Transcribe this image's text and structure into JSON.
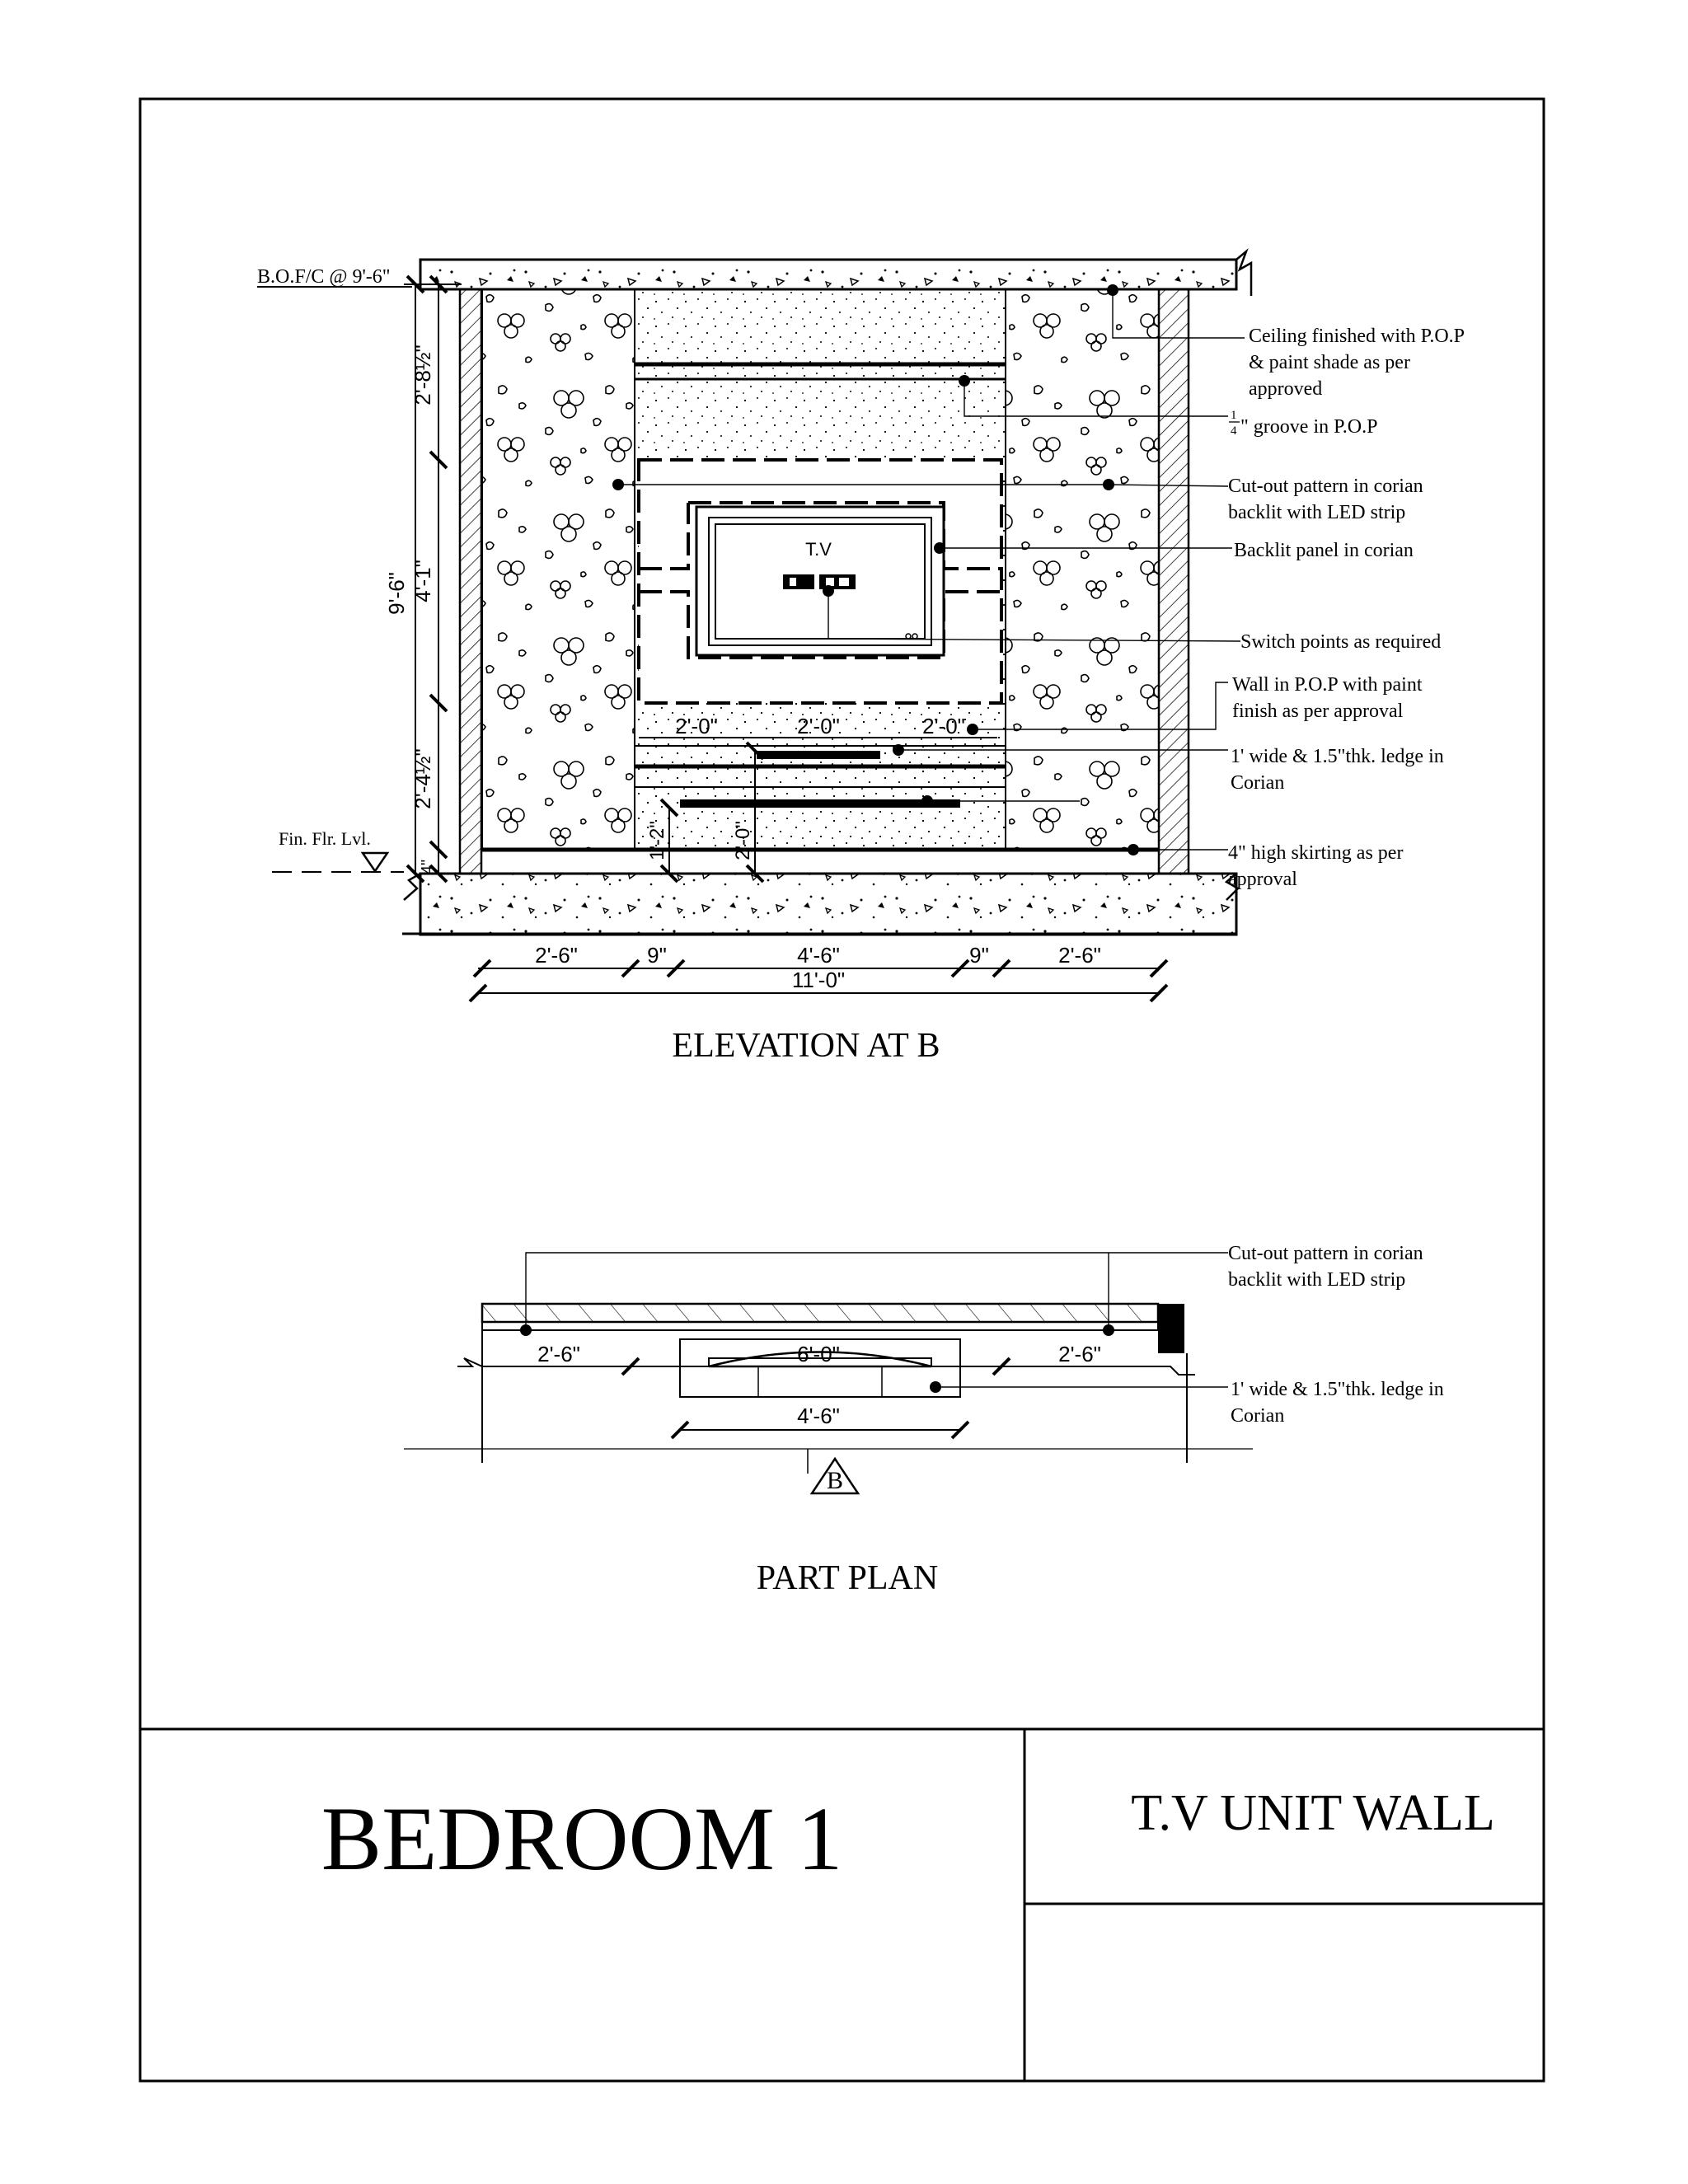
{
  "sheet": {
    "room_title": "BEDROOM 1",
    "drawing_title": "T.V UNIT WALL"
  },
  "elevation": {
    "caption": "ELEVATION AT B",
    "level_top": "B.O.F/C @ 9'-6\"",
    "level_floor": "Fin. Flr. Lvl.",
    "tv_label": "T.V",
    "vertical_dims": {
      "overall": "9'-6\"",
      "upper": "2'-8½\"",
      "middle": "4'-1\"",
      "lower": "2'-4½\"",
      "skirting": "4\"",
      "ledge_low": "1'-2\"",
      "ledge_high": "2'-0\""
    },
    "ledge_dims": [
      "2'-0\"",
      "2'-0\"",
      "2'-0\""
    ],
    "bottom_dims": [
      "2'-6\"",
      "9\"",
      "4'-6\"",
      "9\"",
      "2'-6\""
    ],
    "overall_width": "11'-0\"",
    "notes": {
      "ceiling": [
        "Ceiling finished with P.O.P",
        "& paint shade as per",
        "approved"
      ],
      "groove_num": "1",
      "groove_den": "4",
      "groove": "\" groove in P.O.P",
      "cutout": [
        "Cut-out pattern in corian",
        "backlit with LED strip"
      ],
      "backlit": "Backlit panel in corian",
      "switch": "Switch points as required",
      "wall": [
        "Wall in P.O.P with paint",
        "finish as per approval"
      ],
      "ledge": [
        "1' wide & 1.5\"thk. ledge in",
        "Corian"
      ],
      "skirting": [
        "4\" high skirting as per",
        "approval"
      ]
    }
  },
  "plan": {
    "caption": "PART PLAN",
    "section_marker": "B",
    "dims": {
      "left": "2'-6\"",
      "center": "6'-0\"",
      "right": "2'-6\"",
      "ledge": "4'-6\""
    },
    "notes": {
      "cutout": [
        "Cut-out pattern in corian",
        "backlit with LED strip"
      ],
      "ledge": [
        "1' wide & 1.5\"thk. ledge in",
        "Corian"
      ]
    }
  }
}
